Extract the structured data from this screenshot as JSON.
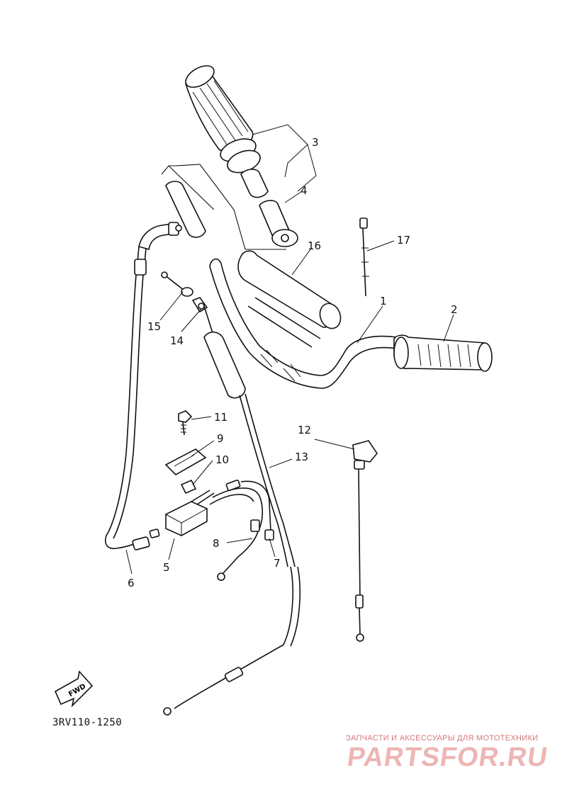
{
  "diagram_code": "3RV110-1250",
  "fwd_label": "FWD",
  "watermark": {
    "subtitle": "ЗАПЧАСТИ И АКСЕССУАРЫ ДЛЯ МОТОТЕХНИКИ",
    "brand": "PARTSFOR.RU"
  },
  "callouts": [
    "1",
    "2",
    "3",
    "4",
    "5",
    "6",
    "7",
    "8",
    "9",
    "10",
    "11",
    "12",
    "13",
    "14",
    "15",
    "16",
    "17"
  ]
}
